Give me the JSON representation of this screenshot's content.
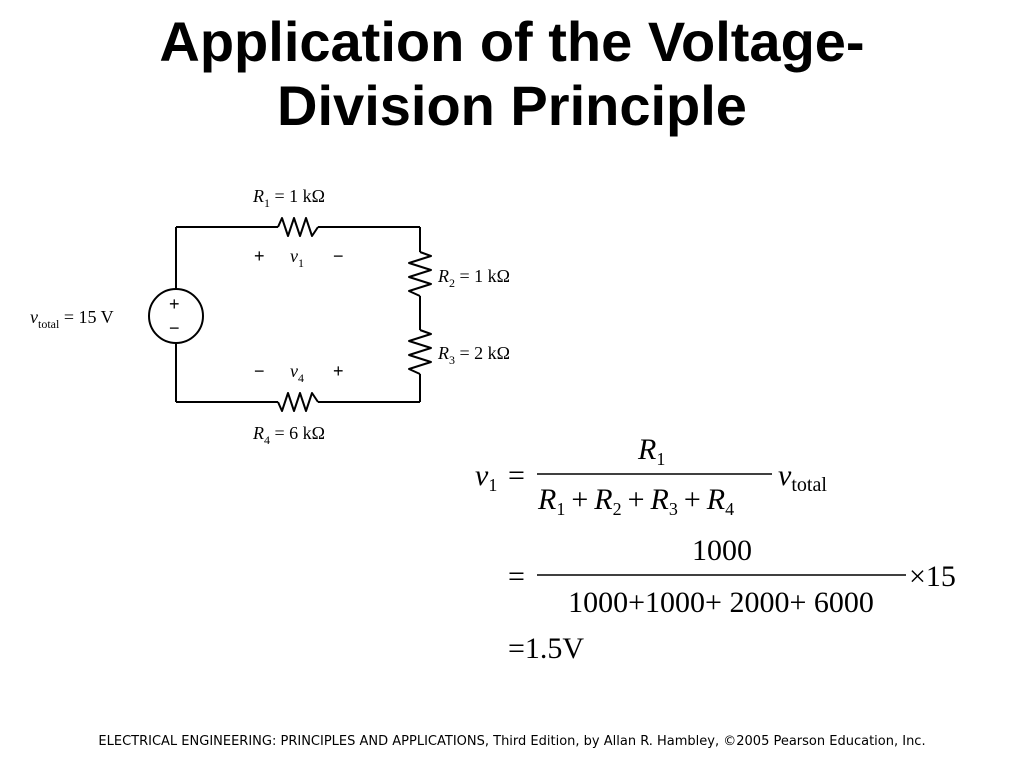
{
  "title": {
    "line1": "Application of the Voltage-",
    "line2": "Division Principle"
  },
  "circuit": {
    "source": {
      "symbol": "v",
      "subscript": "total",
      "value_text": " = 15 V",
      "plus": "+",
      "minus": "−"
    },
    "R1": {
      "symbol": "R",
      "subscript": "1",
      "value_text": " = 1 kΩ"
    },
    "R2": {
      "symbol": "R",
      "subscript": "2",
      "value_text": " = 1 kΩ"
    },
    "R3": {
      "symbol": "R",
      "subscript": "3",
      "value_text": " = 2 kΩ"
    },
    "R4": {
      "symbol": "R",
      "subscript": "4",
      "value_text": " = 6 kΩ"
    },
    "v1": {
      "symbol": "v",
      "subscript": "1",
      "left_sign": "+",
      "right_sign": "−"
    },
    "v4": {
      "symbol": "v",
      "subscript": "4",
      "left_sign": "−",
      "right_sign": "+"
    }
  },
  "equation": {
    "lhs_symbol": "v",
    "lhs_subscript": "1",
    "equals": "=",
    "numerator_symbol": "R",
    "numerator_subscript": "1",
    "denominator": {
      "terms": [
        {
          "symbol": "R",
          "subscript": "1"
        },
        {
          "symbol": "R",
          "subscript": "2"
        },
        {
          "symbol": "R",
          "subscript": "3"
        },
        {
          "symbol": "R",
          "subscript": "4"
        }
      ],
      "plus": "+"
    },
    "factor_symbol": "v",
    "factor_subscript": "total",
    "step2_numerator": "1000",
    "step2_denominator": "1000+1000+ 2000+ 6000",
    "step2_times": "×15",
    "step3_result": "=1.5V"
  },
  "footer": {
    "text": "ELECTRICAL ENGINEERING: PRINCIPLES AND APPLICATIONS, Third Edition, by Allan R. Hambley, ©2005 Pearson Education, Inc."
  }
}
